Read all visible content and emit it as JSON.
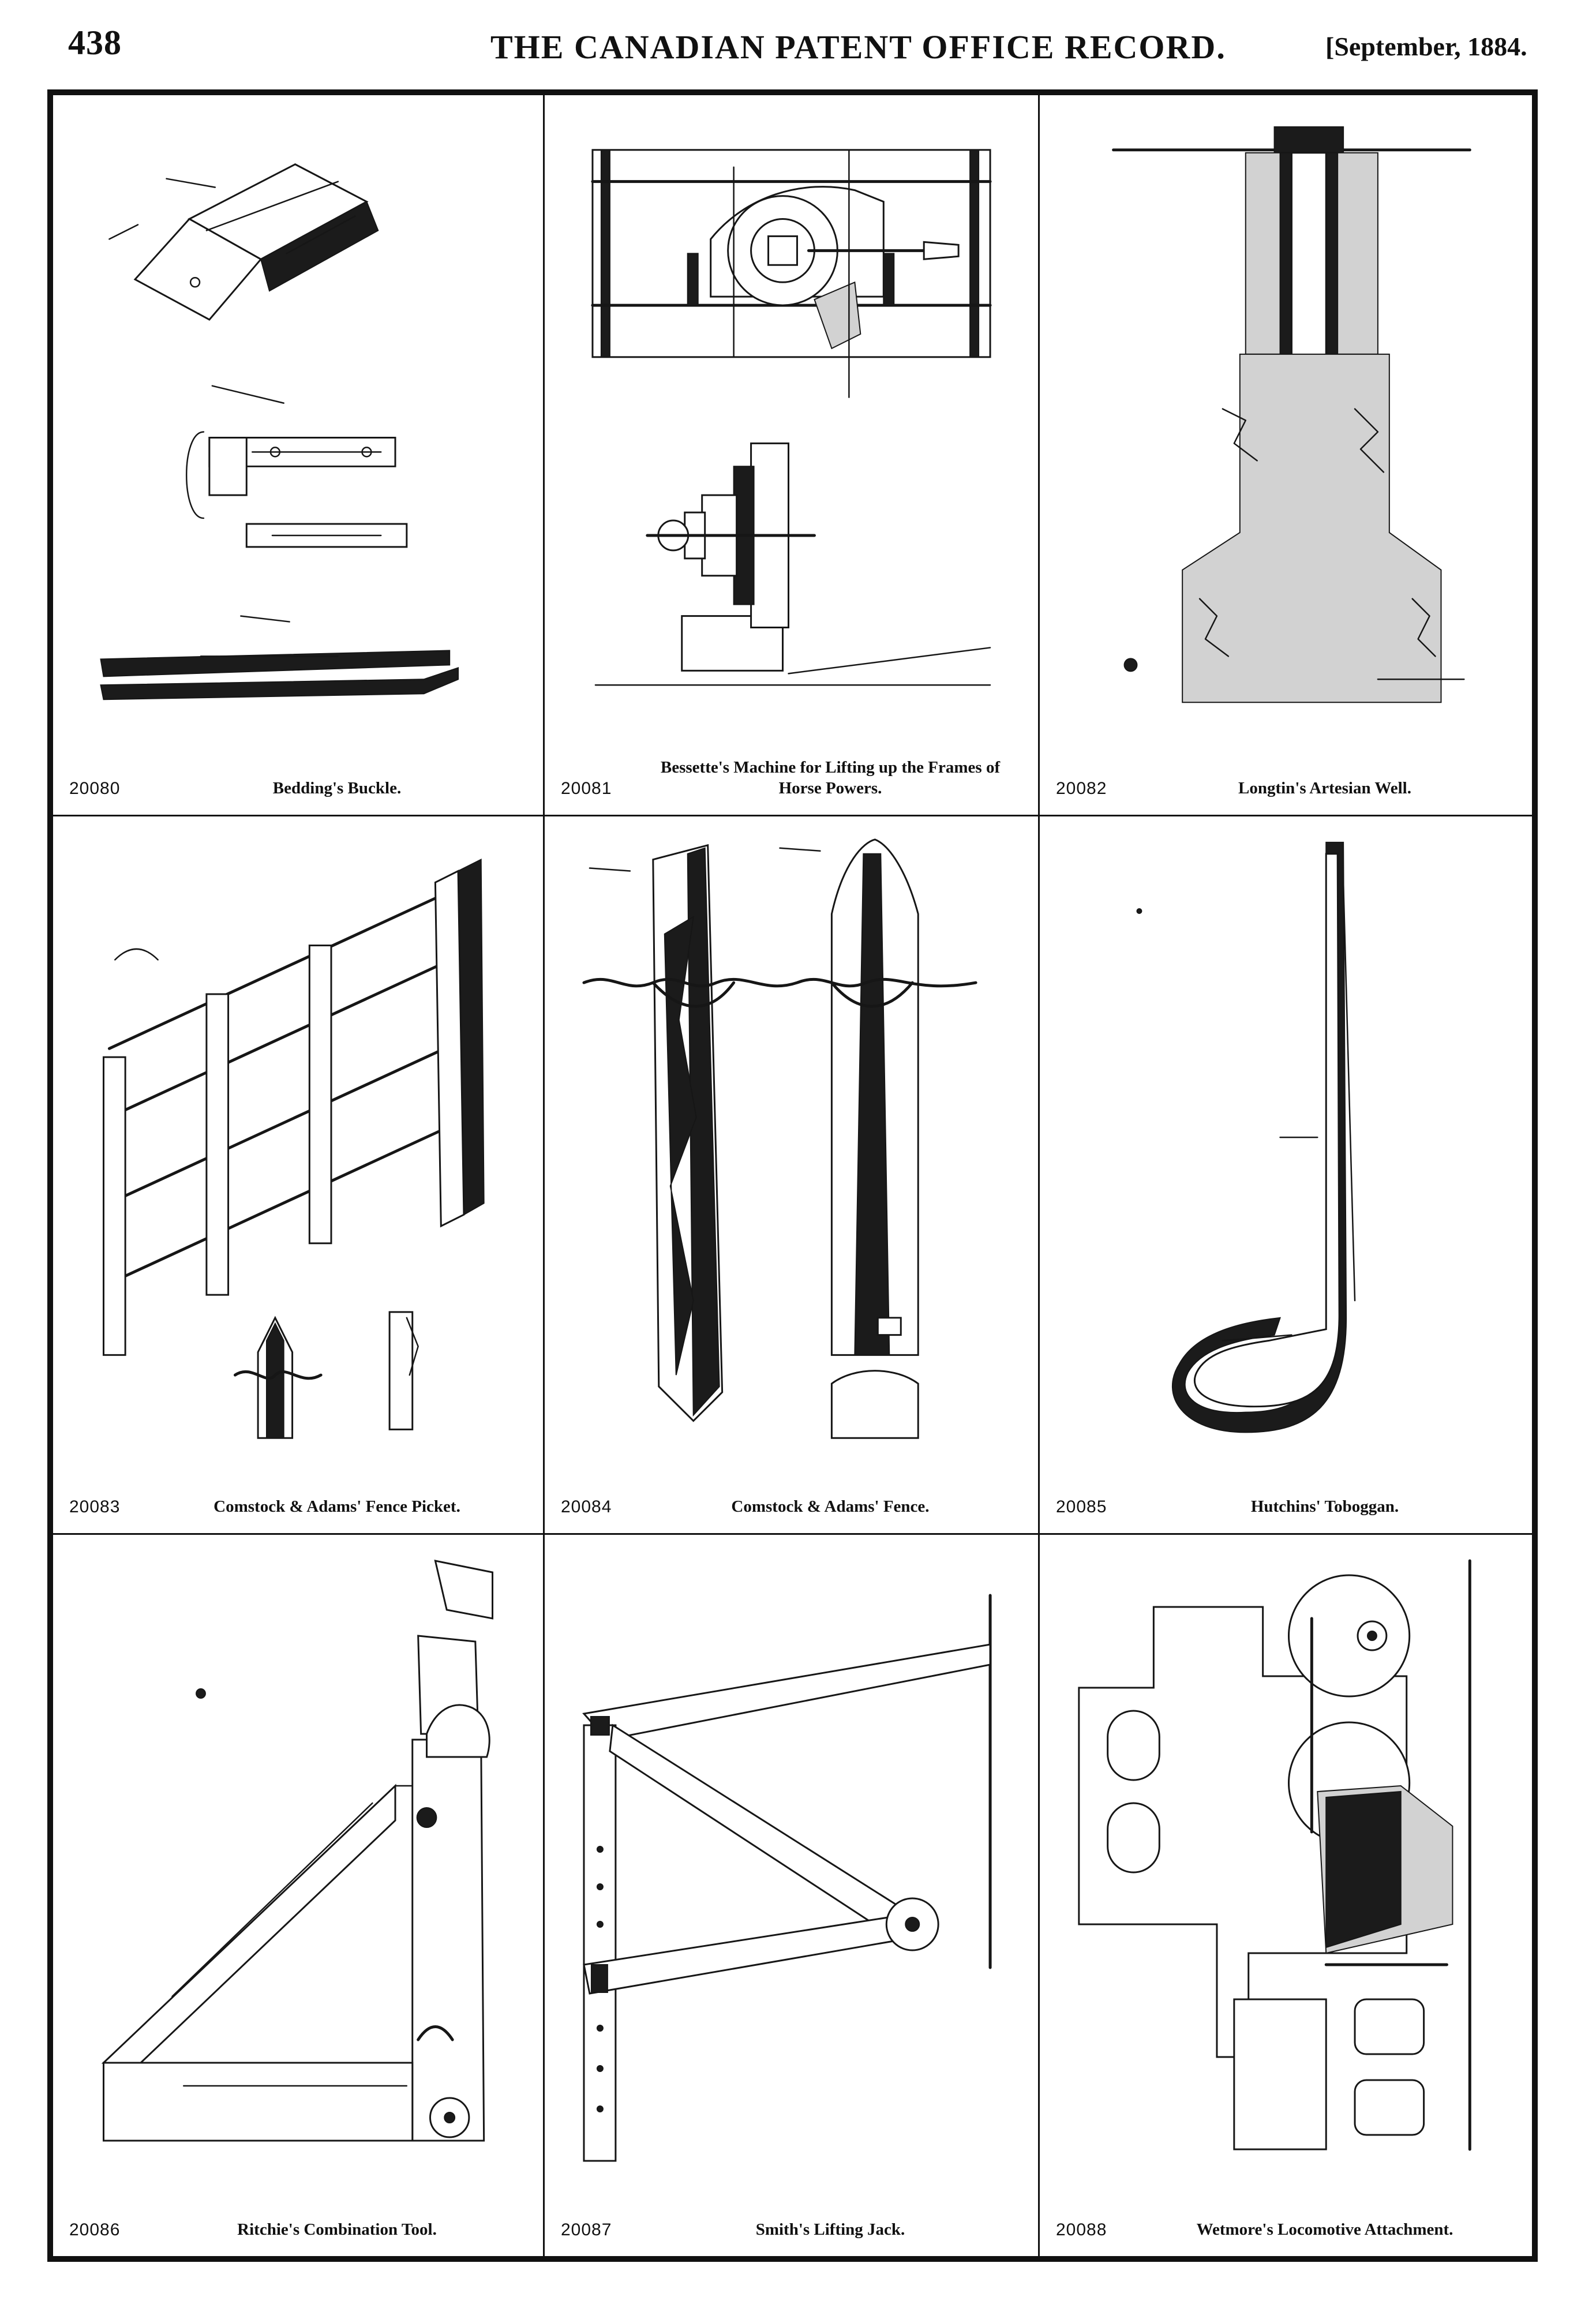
{
  "header": {
    "page_number": "438",
    "journal_title": "THE CANADIAN PATENT OFFICE RECORD.",
    "issue_date": "[September, 1884."
  },
  "patents": [
    {
      "number": "20080",
      "title": "Bedding's Buckle.",
      "drawing": "buckle-drawing-icon"
    },
    {
      "number": "20081",
      "title": "Bessette's Machine for Lifting up the Frames of Horse Powers.",
      "drawing": "lifting-machine-drawing-icon"
    },
    {
      "number": "20082",
      "title": "Longtin's Artesian Well.",
      "drawing": "artesian-well-drawing-icon"
    },
    {
      "number": "20083",
      "title": "Comstock & Adams' Fence Picket.",
      "drawing": "fence-picket-drawing-icon"
    },
    {
      "number": "20084",
      "title": "Comstock & Adams' Fence.",
      "drawing": "fence-drawing-icon"
    },
    {
      "number": "20085",
      "title": "Hutchins' Toboggan.",
      "drawing": "toboggan-drawing-icon"
    },
    {
      "number": "20086",
      "title": "Ritchie's Combination Tool.",
      "drawing": "combination-tool-drawing-icon"
    },
    {
      "number": "20087",
      "title": "Smith's Lifting Jack.",
      "drawing": "lifting-jack-drawing-icon"
    },
    {
      "number": "20088",
      "title": "Wetmore's Locomotive Attachment.",
      "drawing": "locomotive-attachment-drawing-icon"
    }
  ]
}
